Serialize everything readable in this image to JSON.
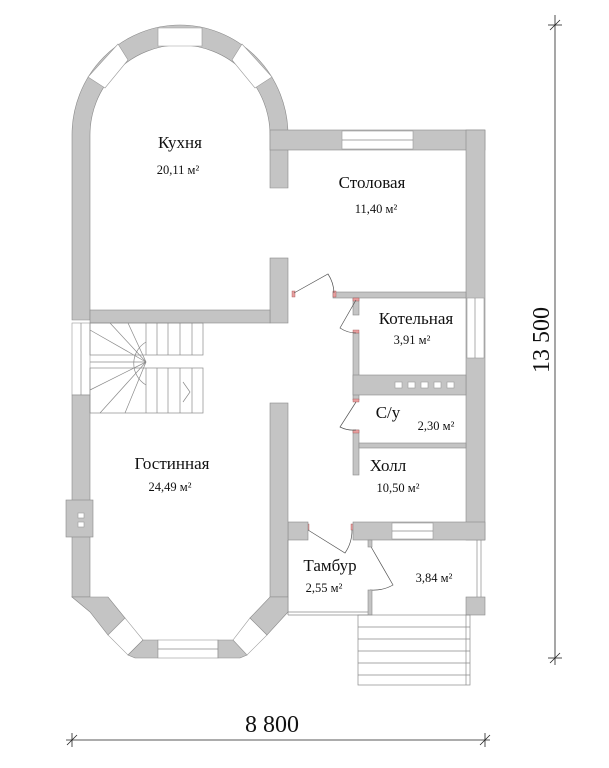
{
  "rooms": [
    {
      "name": "Кухня",
      "area": "20,11 м²"
    },
    {
      "name": "Столовая",
      "area": "11,40 м²"
    },
    {
      "name": "Котельная",
      "area": "3,91 м²"
    },
    {
      "name": "С/у",
      "area": "2,30 м²"
    },
    {
      "name": "Холл",
      "area": "10,50 м²"
    },
    {
      "name": "Гостинная",
      "area": "24,49 м²"
    },
    {
      "name": "Тамбур",
      "area": "2,55 м²"
    },
    {
      "name": "",
      "area": "3,84 м²"
    }
  ],
  "dimensions": {
    "width": "8 800",
    "height": "13 500"
  },
  "colors": {
    "wall": "#c4c4c4",
    "door_jamb": "#e8a0a0"
  }
}
